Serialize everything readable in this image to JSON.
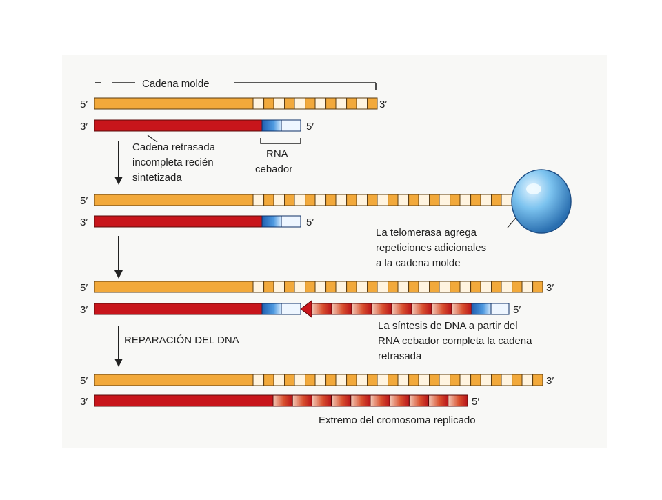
{
  "labels": {
    "template_strand": "Cadena molde",
    "lagging_incomplete": [
      "Cadena retrasada",
      "incompleta recién",
      "sintetizada"
    ],
    "rna_primer": [
      "RNA",
      "cebador"
    ],
    "telomerase_note": [
      "La telomerasa agrega",
      "repeticiones adicionales",
      "a la cadena molde"
    ],
    "synthesis_note": [
      "La síntesis de DNA a partir del",
      "RNA cebador completa la cadena",
      "retrasada"
    ],
    "dna_repair": "REPARACIÓN DEL DNA",
    "chromosome_end": "Extremo del cromosoma replicado",
    "end_5": "5′",
    "end_3": "3′"
  },
  "colors": {
    "template_orange": "#f2a93b",
    "lagging_red": "#c8151b",
    "rna_blue": "#2f78c8",
    "repeat_light": "#fff4e0",
    "telomerase_blue": "#6ab7ea",
    "panel_bg": "#f8f8f6"
  }
}
